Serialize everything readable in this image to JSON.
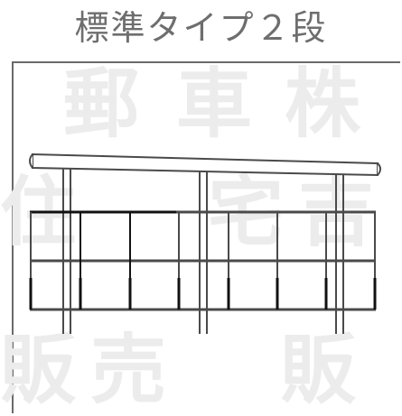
{
  "title": "標準タイプ２段",
  "watermark": {
    "row1": [
      "郵",
      "車",
      "株"
    ],
    "row2": [
      "住",
      "宅",
      "吉"
    ],
    "row3": [
      "販",
      "売",
      "販"
    ]
  },
  "colors": {
    "line": "#4a4a4a",
    "dark_line": "#111111",
    "title": "#6e6e6e",
    "frame": "#6a6a6a"
  },
  "diagram": {
    "kind": "bicycle-rack-two-tier",
    "posts": 3,
    "bays": 7,
    "tiers": 2
  }
}
